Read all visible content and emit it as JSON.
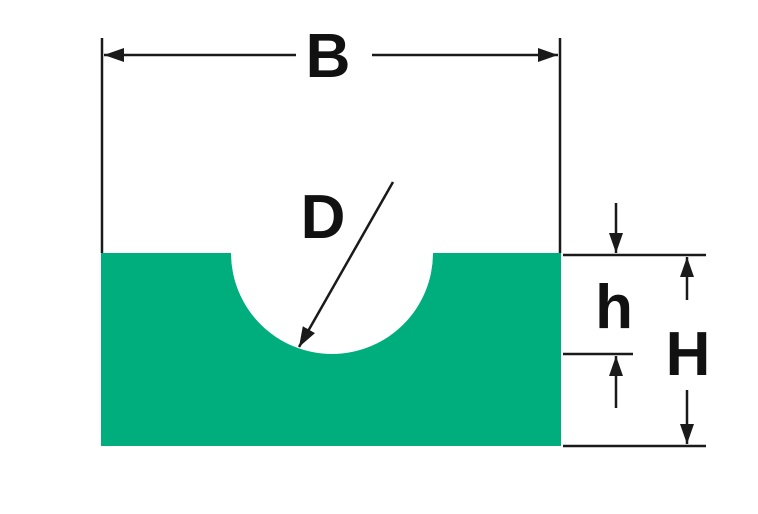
{
  "labels": {
    "width": "B",
    "diameter": "D",
    "groove_depth": "h",
    "height": "H"
  },
  "colors": {
    "profile": "#00AD7C",
    "lines": "#1a1a1a"
  }
}
